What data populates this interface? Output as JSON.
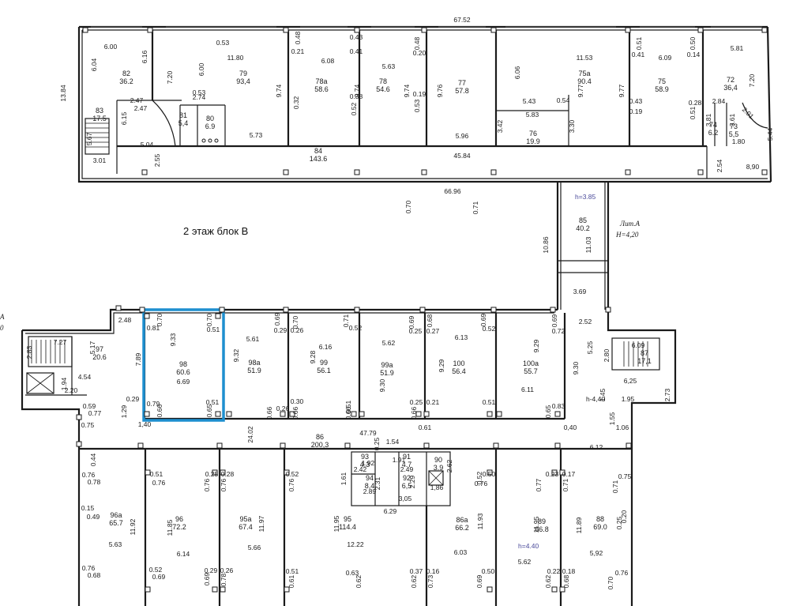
{
  "floor_label": "2 этаж блок В",
  "lit": "Лит.А",
  "height_main": "H=4,20",
  "height_85": "h=3.85",
  "height_tr": "h-4,40",
  "height_89": "h=4.40",
  "edge_left": [
    "А",
    "0"
  ],
  "highlight_color": "#1e8fcf",
  "rooms": [
    {
      "id": "82",
      "area": "36.2"
    },
    {
      "id": "79",
      "area": "93,4"
    },
    {
      "id": "78а",
      "area": "58.6"
    },
    {
      "id": "78",
      "area": "54.6"
    },
    {
      "id": "77",
      "area": "57.8"
    },
    {
      "id": "75а",
      "area": "90.4"
    },
    {
      "id": "75",
      "area": "58.9"
    },
    {
      "id": "72",
      "area": "36,4"
    },
    {
      "id": "83",
      "area": "17.5"
    },
    {
      "id": "81",
      "area": "5,4"
    },
    {
      "id": "80",
      "area": "6.9"
    },
    {
      "id": "84",
      "area": "143.6"
    },
    {
      "id": "76",
      "area": "19.9"
    },
    {
      "id": "74",
      "area": "6.2"
    },
    {
      "id": "73",
      "area": "5,5"
    },
    {
      "id": "85",
      "area": "40.2"
    },
    {
      "id": "97",
      "area": "20.6"
    },
    {
      "id": "98",
      "area": "60.6"
    },
    {
      "id": "98а",
      "area": "51.9"
    },
    {
      "id": "99",
      "area": "56.1"
    },
    {
      "id": "99а",
      "area": "51.9"
    },
    {
      "id": "100",
      "area": "56.4"
    },
    {
      "id": "100а",
      "area": "55.7"
    },
    {
      "id": "87",
      "area": "17,1"
    },
    {
      "id": "86",
      "area": "200,3"
    },
    {
      "id": "96а",
      "area": "65.7"
    },
    {
      "id": "96",
      "area": "72.2"
    },
    {
      "id": "95а",
      "area": "67.4"
    },
    {
      "id": "95",
      "area": "114.4"
    },
    {
      "id": "93",
      "area": "4.3"
    },
    {
      "id": "94",
      "area": "8,4"
    },
    {
      "id": "91",
      "area": "4.7"
    },
    {
      "id": "90",
      "area": "3.9"
    },
    {
      "id": "92",
      "area": "6,5"
    },
    {
      "id": "86а",
      "area": "66.2"
    },
    {
      "id": "89",
      "area": "66.8"
    },
    {
      "id": "88",
      "area": "69.0"
    }
  ],
  "dims": {
    "top_overall": "67.52",
    "left_side": "13.84",
    "corr_84": "45.84",
    "corr_bottom": "66.96",
    "corr_right": "8,90",
    "d_600": "6.00",
    "d_604": "6.04",
    "d_616": "6.16",
    "d_1180": "11.80",
    "d_053a": "0.53",
    "d_720": "7.20",
    "d_600b": "6.00",
    "d_048": "0.48",
    "d_021": "0.21",
    "d_608": "6.08",
    "d_043": "0.43",
    "d_041": "0.41",
    "d_563": "5.63",
    "d_048b": "0.48",
    "d_020": "0.20",
    "d_1153": "11.53",
    "d_606": "6.06",
    "d_051": "0.51",
    "d_041b": "0.41",
    "d_050": "0.50",
    "d_014": "0.14",
    "d_609": "6.09",
    "d_581": "5.81",
    "d_720b": "7.20",
    "d_247": "2.47",
    "d_274": "2.74",
    "d_053b": "0.53",
    "d_974a": "9.74",
    "d_974b": "9.74",
    "d_974c": "9.74",
    "d_976": "9.76",
    "d_977a": "9.77",
    "d_977b": "9.77",
    "d_032": "0.32",
    "d_038": "0.38",
    "d_052": "0.52",
    "d_019": "0.19",
    "d_053c": "0.53",
    "d_543": "5.43",
    "d_054": "0.54",
    "d_583": "5.83",
    "d_342": "3.42",
    "d_330": "3.30",
    "d_043b": "0.43",
    "d_019b": "0.19",
    "d_028": "0.28",
    "d_051b": "0.51",
    "d_284": "2.84",
    "d_201": "2.01",
    "d_381": "3.81",
    "d_361": "3.61",
    "d_180": "1.80",
    "d_544": "5.44",
    "d_247b": "2.47",
    "d_615": "6.15",
    "d_504": "5.04",
    "d_573": "5.73",
    "d_255": "2.55",
    "d_301": "3.01",
    "d_567": "5.67",
    "d_596": "5.96",
    "d_254": "2.54",
    "d_070": "0.70",
    "d_071": "0.71",
    "d_1086": "10.86",
    "d_1103": "11.03",
    "d_369": "3.69",
    "d_252": "2.52",
    "d_525": "5.25",
    "d_930": "9.30",
    "d_609b": "6.09",
    "d_280": "2.80",
    "d_625": "6,25",
    "d_273": "2.73",
    "d_145": "1.45",
    "d_195": "1.95",
    "d_155": "1.55",
    "d_106": "1.06",
    "d_248": "2.48",
    "d_070b": "0.70",
    "d_081": "0.81",
    "d_933": "9.33",
    "d_070c": "0.70",
    "d_051c": "0.51",
    "d_669": "6.69",
    "d_079": "0.79",
    "d_066": "0.66",
    "d_051d": "0.51",
    "d_065": "0.65",
    "d_561": "5.61",
    "d_932": "9.32",
    "d_029": "0.29",
    "d_069": "0.69",
    "d_070d": "0.70",
    "d_026": "0.26",
    "d_928": "9.28",
    "d_616b": "6.16",
    "d_071b": "0.71",
    "d_052b": "0.52",
    "d_562": "5.62",
    "d_930b": "9.30",
    "d_069b": "0.69",
    "d_025": "0.25",
    "d_068": "0.68",
    "d_027": "0.27",
    "d_613": "6.13",
    "d_929": "9.29",
    "d_069c": "0.69",
    "d_052c": "0.52",
    "d_929b": "9.29",
    "d_069d": "0.69",
    "d_072": "0.72",
    "d_611": "6.11",
    "d_066b": "0.66",
    "d_026b": "0.26",
    "d_030": "0.30",
    "d_066c": "0.66",
    "d_051e": "0.51",
    "d_066d": "0.66",
    "d_025b": "0.25",
    "d_021b": "0.21",
    "d_066e": "0.66",
    "d_051f": "0.51",
    "d_065b": "0.65",
    "d_083": "0.83",
    "d_727": "7.27",
    "d_283": "2.83",
    "d_517": "5.17",
    "d_789": "7.89",
    "d_454": "4.54",
    "d_194": "1.94",
    "d_220": "2.20",
    "d_059": "0.59",
    "d_077": "0.77",
    "d_075": "0.75",
    "d_029b": "0.29",
    "d_129": "1.29",
    "d_140": "1,40",
    "d_2402": "24.02",
    "d_4779": "47.79",
    "d_061": "0.61",
    "d_040": "0,40",
    "d_612": "6.12",
    "d_025c": "0.25",
    "d_154": "1.54",
    "d_044": "0.44",
    "d_076": "0.76",
    "d_078": "0.78",
    "d_015": "0.15",
    "d_049": "0.49",
    "d_1192": "11.92",
    "d_563b": "5.63",
    "d_076b": "0.76",
    "d_068b": "0.68",
    "d_051g": "0.51",
    "d_076c": "0.76",
    "d_1185": "11.85",
    "d_614": "6.14",
    "d_052d": "0.52",
    "d_069e": "0.69",
    "d_025d": "0.25",
    "d_076d": "0.76",
    "d_028b": "0.28",
    "d_076e": "0.76",
    "d_1197": "11.97",
    "d_566": "5.66",
    "d_029c": "0.29",
    "d_069f": "0.69",
    "d_026c": "0.26",
    "d_078b": "0.78",
    "d_052e": "0.52",
    "d_076f": "0.76",
    "d_1195": "11.95",
    "d_1222": "12.22",
    "d_051h": "0.51",
    "d_061b": "0.61",
    "d_063": "0.63",
    "d_062": "0.62",
    "d_161": "1.61",
    "d_242": "2.42",
    "d_192": "1.92",
    "d_191": "1.91",
    "d_231": "2.31",
    "d_289": "2.89",
    "d_249": "2.49",
    "d_229": "2.29",
    "d_262": "2.62",
    "d_305": "3,05",
    "d_186": "1,86",
    "d_629": "6.29",
    "d_037": "0.37",
    "d_062b": "0.62",
    "d_016": "0.16",
    "d_073": "0.73",
    "d_052f": "0.52",
    "d_076g": "0.76",
    "d_050b": "0.50",
    "d_1193": "11.93",
    "d_603": "6.03",
    "d_050c": "0.50",
    "d_069g": "0.69",
    "d_023": "0.23",
    "d_077b": "0.77",
    "d_017": "0.17",
    "d_071c": "0.71",
    "d_1195b": "11.95",
    "d_562b": "5.62",
    "d_022": "0.22",
    "d_062c": "0.62",
    "d_018": "0.18",
    "d_068c": "0.68",
    "d_075b": "0.75",
    "d_071d": "0.71",
    "d_020b": "0.20",
    "d_025e": "0.25",
    "d_1189": "11.89",
    "d_592": "5,92",
    "d_070e": "0.70",
    "d_076h": "0.76"
  }
}
